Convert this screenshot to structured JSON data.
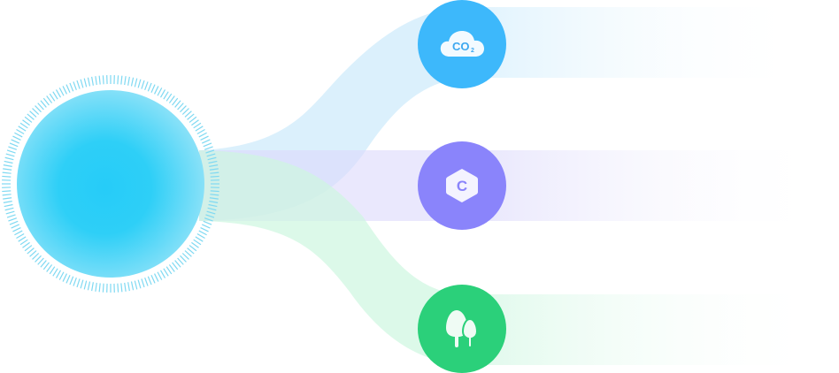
{
  "diagram": {
    "source": {
      "name": "source-sphere",
      "color": "#29CDF7",
      "ring_color": "#7FD9F2"
    },
    "branches": [
      {
        "id": "co2",
        "icon": "co2-cloud-icon",
        "label_main": "CO",
        "label_sub": "2",
        "node_color": "#3DB8FB",
        "band_color": "#D7EEFC",
        "icon_text_color": "#3DA8F0"
      },
      {
        "id": "carbon",
        "icon": "carbon-hexagon-icon",
        "label_main": "C",
        "node_color": "#8A84FB",
        "band_color": "#E3E1FC",
        "icon_text_color": "#8A84FB"
      },
      {
        "id": "forest",
        "icon": "trees-icon",
        "node_color": "#2BD07A",
        "band_color": "#D9F8E8",
        "icon_text_color": "#2BD07A"
      }
    ]
  }
}
